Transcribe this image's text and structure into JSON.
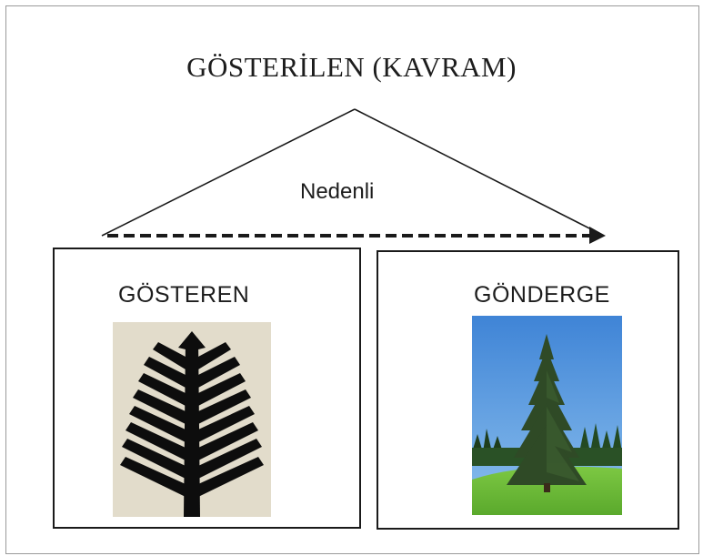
{
  "title": "GÖSTERİLEN (KAVRAM)",
  "relation_label": "Nedenli",
  "signifier": {
    "label": "GÖSTEREN",
    "image_icon": "fir-tree-pictogram-icon"
  },
  "referent": {
    "label": "GÖNDERGE",
    "image_icon": "fir-tree-photo"
  },
  "colors": {
    "frame_border": "#9a9a9a",
    "line": "#1a1a1a",
    "symbol_bg": "#e2dccb",
    "symbol_fg": "#0d0d0d",
    "sky": "#4d8fd8",
    "grass": "#6fbf3a",
    "tree": "#2f4a26"
  }
}
